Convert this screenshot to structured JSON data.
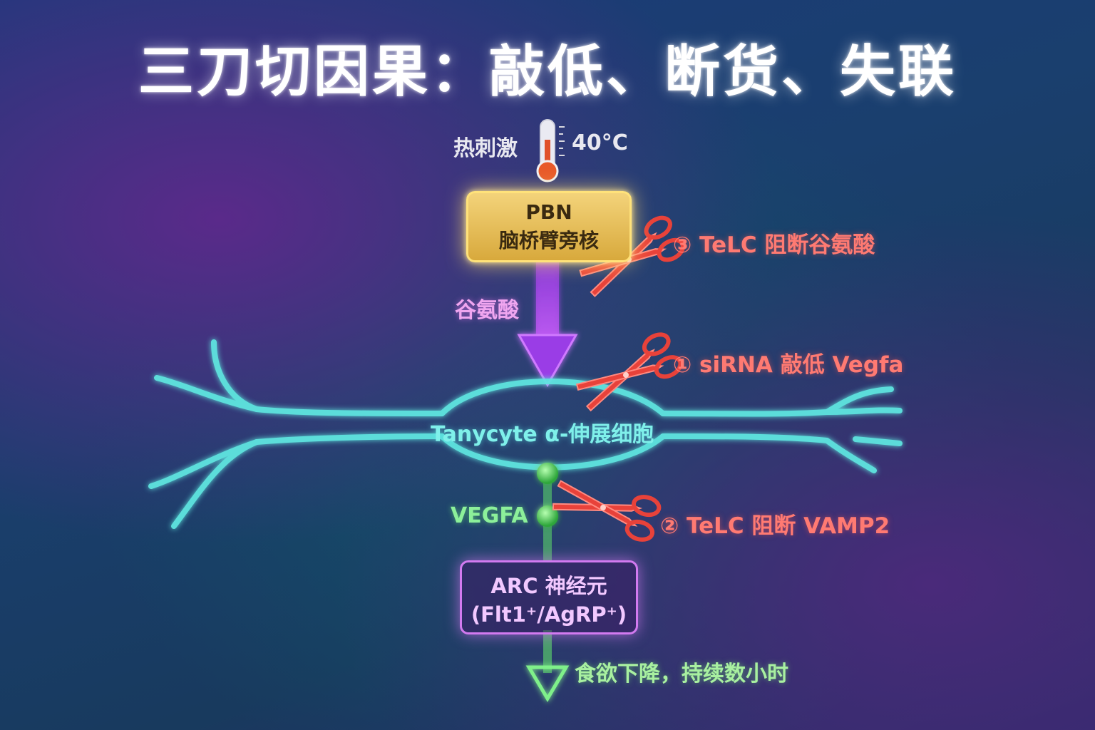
{
  "title": "三刀切因果：敲低、断货、失联",
  "stimulus": {
    "label": "热刺激",
    "temperature": "40°C",
    "icon": "thermometer-icon"
  },
  "pbn": {
    "line1": "PBN",
    "line2": "脑桥臂旁核",
    "color": "#f3d37a"
  },
  "glutamate_label": "谷氨酸",
  "tanycyte_label": "Tanycyte α-伸展细胞",
  "vegfa_label": "VEGFA",
  "arc": {
    "line1": "ARC 神经元",
    "line2": "(Flt1⁺/AgRP⁺)",
    "color": "#d27af0"
  },
  "outcome": "食欲下降，持续数小时",
  "cuts": [
    {
      "label": "③ TeLC 阻断谷氨酸",
      "icon": "scissors-icon"
    },
    {
      "label": "① siRNA 敲低 Vegfa",
      "icon": "scissors-icon"
    },
    {
      "label": "② TeLC 阻断 VAMP2",
      "icon": "scissors-icon"
    }
  ],
  "colors": {
    "scissors": "#e8423a",
    "tanycyte": "#5ee6e0",
    "vegfa": "#5fe06a",
    "arrow_glutamate": "#b24af0",
    "arrow_outcome": "#5fe06a"
  }
}
